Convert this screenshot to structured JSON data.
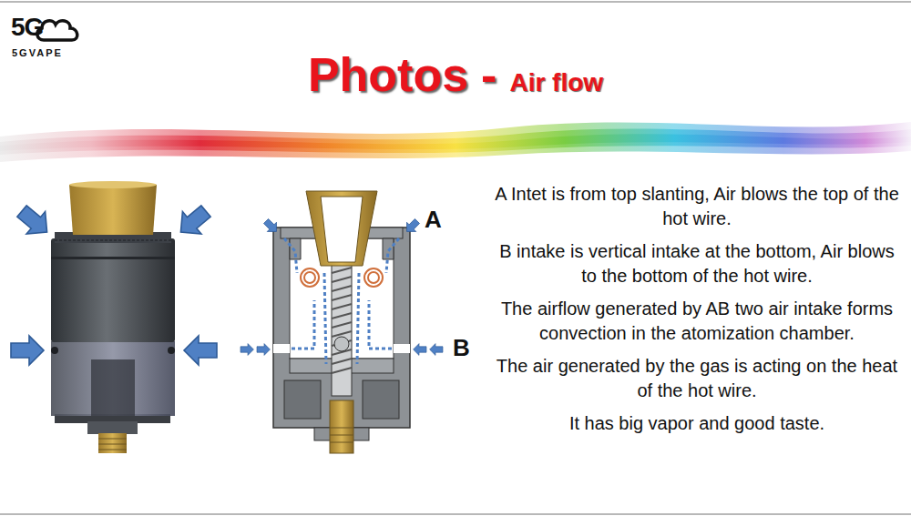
{
  "diagram": {
    "title": "Photos",
    "labels": [
      "5G",
      "5GVAPE",
      "-",
      "Air flow",
      "A",
      "B",
      "A Intet is from top slanting, Air blows the top of the hot wire.",
      "B intake is vertical intake at the bottom, Air blows to the bottom of the hot wire.",
      "The airflow generated by AB two air intake forms convection in the atomization chamber.",
      "The air generated by the gas is acting on the heat of the hot wire.",
      "It has big vapor and good taste."
    ]
  }
}
